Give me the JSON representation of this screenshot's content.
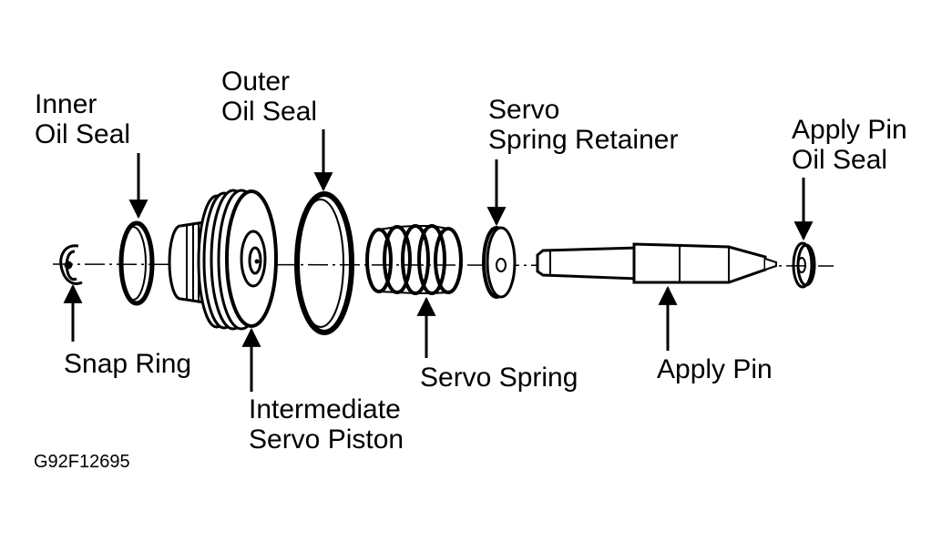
{
  "labels": {
    "inner_oil_seal": [
      "Inner",
      "Oil Seal"
    ],
    "outer_oil_seal": [
      "Outer",
      "Oil Seal"
    ],
    "servo_spring_retainer": [
      "Servo",
      "Spring Retainer"
    ],
    "apply_pin_oil_seal": [
      "Apply Pin",
      "Oil Seal"
    ],
    "snap_ring": "Snap Ring",
    "intermediate_servo_piston": [
      "Intermediate",
      "Servo Piston"
    ],
    "servo_spring": "Servo Spring",
    "apply_pin": "Apply Pin"
  },
  "figure_id": "G92F12695",
  "colors": {
    "ink": "#000000",
    "background": "#ffffff"
  }
}
